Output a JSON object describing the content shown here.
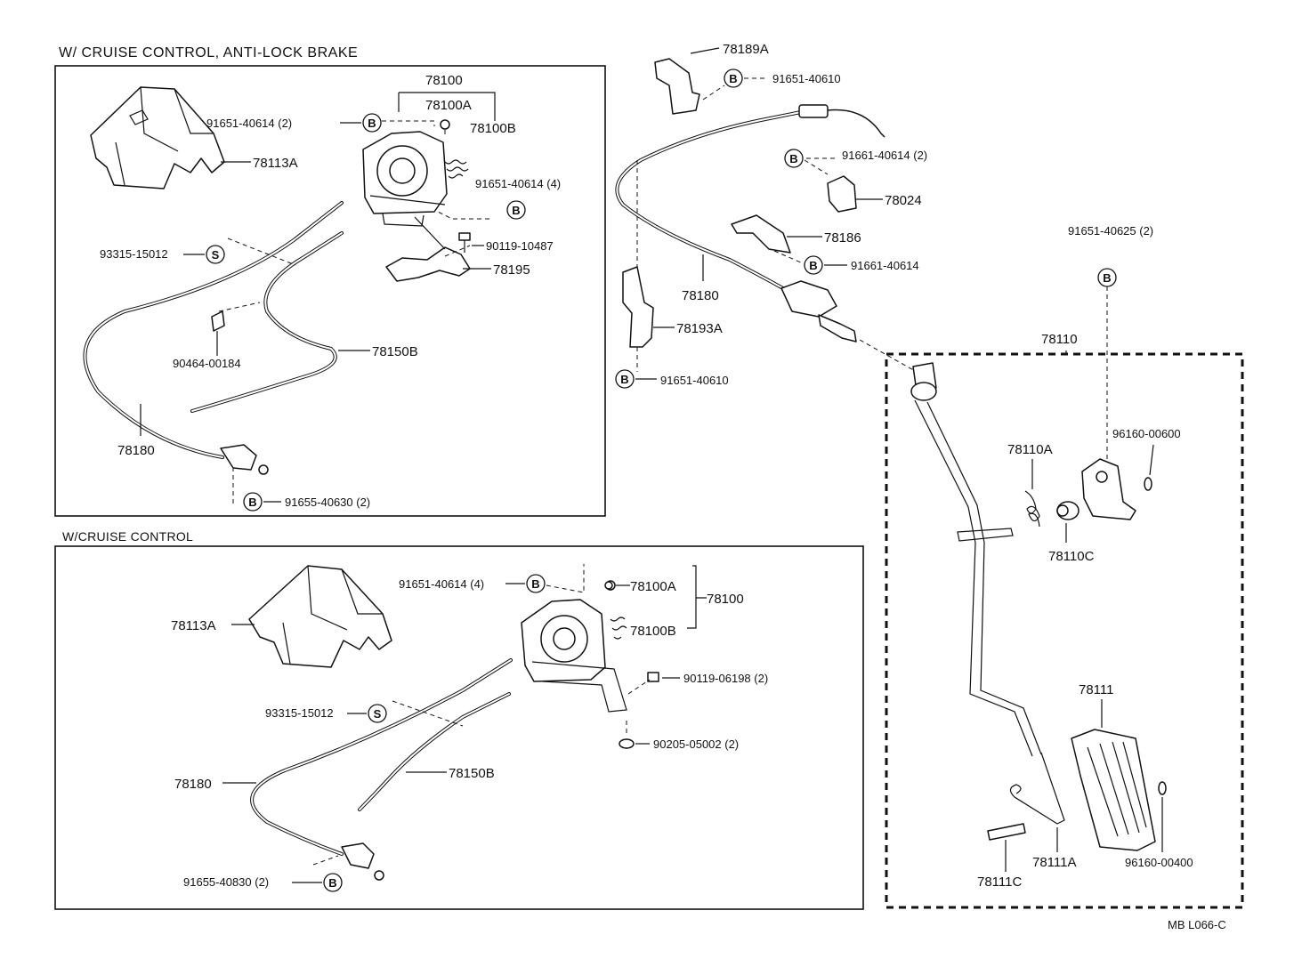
{
  "sections": {
    "top_box_title": "W/ CRUISE CONTROL, ANTI-LOCK BRAKE",
    "bottom_box_title": "W/CRUISE CONTROL"
  },
  "symbols": {
    "b": "B",
    "s": "S"
  },
  "labels": {
    "top": {
      "p78100": "78100",
      "p78100A": "78100A",
      "p78100B": "78100B",
      "b91651_40614_2": "91651-40614 (2)",
      "b91651_40614_4": "91651-40614 (4)",
      "p78113A": "78113A",
      "s93315_15012": "93315-15012",
      "p90119_10487": "90119-10487",
      "p78195": "78195",
      "p90464_00184": "90464-00184",
      "p78150B": "78150B",
      "p78180": "78180",
      "b91655_40630_2": "91655-40630 (2)"
    },
    "bottom": {
      "b91651_40614_4": "91651-40614 (4)",
      "p78100A": "78100A",
      "p78100": "78100",
      "p78100B": "78100B",
      "p78113A": "78113A",
      "p90119_06198_2": "90119-06198 (2)",
      "s93315_15012": "93315-15012",
      "p90205_05002_2": "90205-05002 (2)",
      "p78150B": "78150B",
      "p78180": "78180",
      "b91655_40830_2": "91655-40830 (2)"
    },
    "right": {
      "p78189A": "78189A",
      "b91651_40610_top": "91651-40610",
      "b91661_40614_2": "91661-40614 (2)",
      "p78024": "78024",
      "p78186": "78186",
      "b91661_40614": "91661-40614",
      "p78180": "78180",
      "p78193A": "78193A",
      "b91651_40610_bottom": "91651-40610",
      "b91651_40625_2": "91651-40625 (2)",
      "p78110": "78110",
      "p78110A": "78110A",
      "p96160_00600": "96160-00600",
      "p78110C": "78110C",
      "p78111": "78111",
      "p78111A": "78111A",
      "p96160_00400": "96160-00400",
      "p78111C": "78111C"
    }
  },
  "footer": {
    "ref": "MB  L066-C"
  }
}
